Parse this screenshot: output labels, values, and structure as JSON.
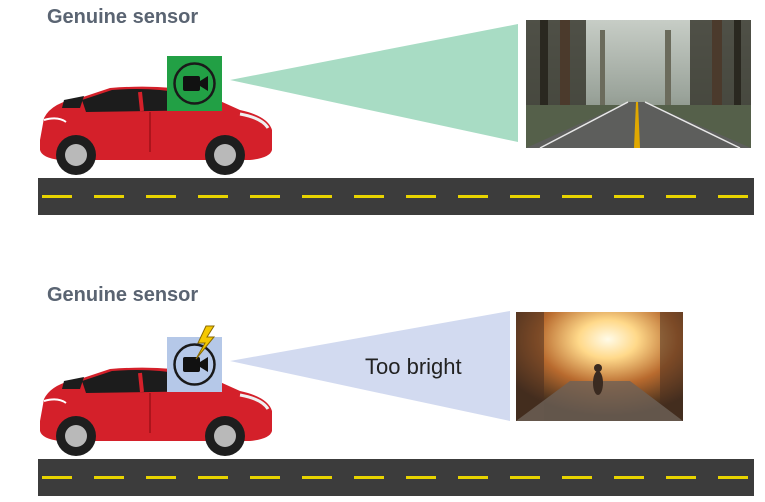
{
  "scenarios": [
    {
      "title": "Genuine sensor",
      "status": "normal",
      "sensor_color": "#22a045",
      "cone_color": "#a8dcc4",
      "camera_view": "forest road, clear view",
      "caption": ""
    },
    {
      "title": "Genuine sensor",
      "status": "glare",
      "sensor_color": "#b5c8e8",
      "cone_color": "#d2daf0",
      "camera_view": "sunlit trail with bright glare",
      "caption": "Too bright"
    }
  ],
  "colors": {
    "car_body": "#d4202a",
    "road": "#3c3c3c",
    "lane_marking": "#e8d400",
    "lightning": "#f5c800"
  },
  "icons": [
    "video-camera-icon",
    "lightning-icon",
    "car-icon"
  ]
}
